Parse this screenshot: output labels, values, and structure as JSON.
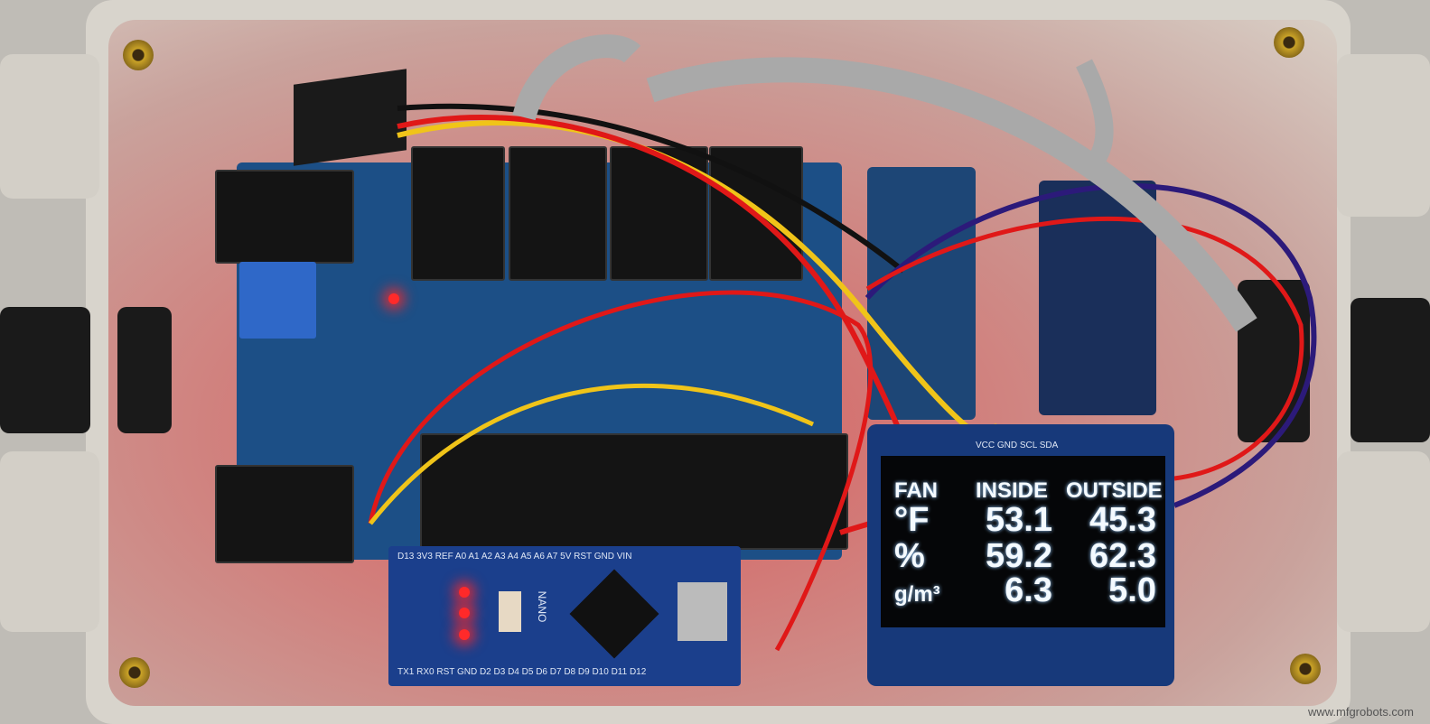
{
  "oled": {
    "header_pins": "VCC GND SCL SDA",
    "columns": [
      "FAN",
      "INSIDE",
      "OUTSIDE"
    ],
    "rows": [
      {
        "unit": "°F",
        "inside": "53.1",
        "outside": "45.3"
      },
      {
        "unit": "%",
        "inside": "59.2",
        "outside": "62.3"
      },
      {
        "unit": "g/m³",
        "inside": "6.3",
        "outside": "5.0"
      }
    ]
  },
  "nano": {
    "label": "NANO",
    "top_pins": "D13 3V3 REF A0 A1 A2 A3 A4 A5 A6 A7 5V RST GND VIN",
    "bottom_pins": "TX1 RX0 RST GND D2 D3 D4 D5 D6 D7 D8 D9 D10 D11 D12"
  },
  "colors": {
    "pcb": "#1c4f86",
    "led": "#ff2a2a",
    "oled_text": "#f4faff"
  },
  "watermark": "www.mfgrobots.com"
}
